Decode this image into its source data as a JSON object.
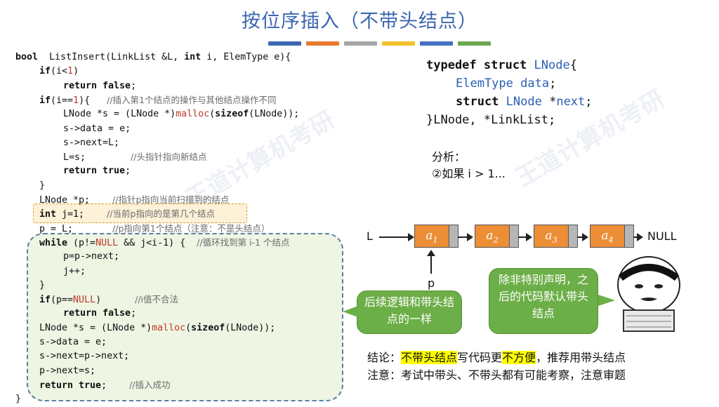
{
  "title": "按位序插入（不带头结点）",
  "bar_colors": [
    "#3a67b0",
    "#e87a2e",
    "#a5a5a5",
    "#f2c12e",
    "#4472c4",
    "#6aa84f"
  ],
  "code": [
    {
      "parts": [
        [
          "kw",
          "bool"
        ],
        [
          "",
          "  ListInsert(LinkList &L, "
        ],
        [
          "kw",
          "int"
        ],
        [
          "",
          " i, ElemType e){"
        ]
      ],
      "indent": 0
    },
    {
      "parts": [
        [
          "kw",
          "if"
        ],
        [
          "",
          "(i<"
        ],
        [
          "red",
          "1"
        ],
        [
          "",
          ")"
        ]
      ],
      "indent": 1
    },
    {
      "parts": [
        [
          "kw",
          "return false"
        ],
        [
          "",
          ";"
        ]
      ],
      "indent": 2
    },
    {
      "parts": [
        [
          "kw",
          "if"
        ],
        [
          "",
          "(i=="
        ],
        [
          "red",
          "1"
        ],
        [
          "",
          ")"
        ],
        [
          "",
          "{   "
        ],
        [
          "cm",
          "//插入第1个结点的操作与其他结点操作不同"
        ]
      ],
      "indent": 1
    },
    {
      "parts": [
        [
          "",
          "LNode *s = (LNode *)"
        ],
        [
          "red",
          "malloc"
        ],
        [
          "",
          "("
        ],
        [
          "kw",
          "sizeof"
        ],
        [
          "",
          "(LNode));"
        ]
      ],
      "indent": 2
    },
    {
      "parts": [
        [
          "",
          "s->"
        ],
        [
          "",
          "data = e;"
        ]
      ],
      "indent": 2
    },
    {
      "parts": [
        [
          "",
          "s->next=L;"
        ]
      ],
      "indent": 2
    },
    {
      "parts": [
        [
          "",
          "L=s;        "
        ],
        [
          "cm",
          "//头指针指向新结点"
        ]
      ],
      "indent": 2
    },
    {
      "parts": [
        [
          "kw",
          "return true"
        ],
        [
          "",
          ";"
        ]
      ],
      "indent": 2
    },
    {
      "parts": [
        [
          "",
          "}"
        ]
      ],
      "indent": 1
    },
    {
      "parts": [
        [
          "",
          "LNode *p;    "
        ],
        [
          "cm",
          "//指针p指向当前扫描到的结点"
        ]
      ],
      "indent": 1
    },
    {
      "parts": [
        [
          "kw",
          "int"
        ],
        [
          "",
          " j=1;    "
        ],
        [
          "cm",
          "//当前p指向的是第几个结点"
        ]
      ],
      "indent": 1
    },
    {
      "parts": [
        [
          "",
          "p = L;       "
        ],
        [
          "cm",
          "//p指向第1个结点（注意：不是头结点）"
        ]
      ],
      "indent": 1
    },
    {
      "parts": [
        [
          "kw",
          "while"
        ],
        [
          "",
          " (p!="
        ],
        [
          "red",
          "NULL"
        ],
        [
          "",
          " && j<i-1) {  "
        ],
        [
          "cm",
          "//循环找到第 i-1 个结点"
        ]
      ],
      "indent": 1
    },
    {
      "parts": [
        [
          "",
          "p=p->next;"
        ]
      ],
      "indent": 2
    },
    {
      "parts": [
        [
          "",
          "j++;"
        ]
      ],
      "indent": 2
    },
    {
      "parts": [
        [
          "",
          "}"
        ]
      ],
      "indent": 1
    },
    {
      "parts": [
        [
          "kw",
          "if"
        ],
        [
          "",
          "(p=="
        ],
        [
          "red",
          "NULL"
        ],
        [
          "",
          ")      "
        ],
        [
          "cm",
          "//i值不合法"
        ]
      ],
      "indent": 1
    },
    {
      "parts": [
        [
          "kw",
          "return false"
        ],
        [
          "",
          ";"
        ]
      ],
      "indent": 2
    },
    {
      "parts": [
        [
          "",
          "LNode *s = (LNode *)"
        ],
        [
          "red",
          "malloc"
        ],
        [
          "",
          "("
        ],
        [
          "kw",
          "sizeof"
        ],
        [
          "",
          "(LNode));"
        ]
      ],
      "indent": 1
    },
    {
      "parts": [
        [
          "",
          "s->data = e;"
        ]
      ],
      "indent": 1
    },
    {
      "parts": [
        [
          "",
          "s->next=p->next;"
        ]
      ],
      "indent": 1
    },
    {
      "parts": [
        [
          "",
          "p->next=s;"
        ]
      ],
      "indent": 1
    },
    {
      "parts": [
        [
          "kw",
          "return true"
        ],
        [
          "",
          ";    "
        ],
        [
          "cm",
          "//插入成功"
        ]
      ],
      "indent": 1
    },
    {
      "parts": [
        [
          "",
          "}"
        ]
      ],
      "indent": 0
    }
  ],
  "struct_code": [
    {
      "parts": [
        [
          "kw",
          "typedef struct "
        ],
        [
          "blue",
          "LNode"
        ],
        [
          "",
          "{"
        ]
      ],
      "indent": 0
    },
    {
      "parts": [
        [
          "blue",
          "ElemType data"
        ],
        [
          "",
          ";"
        ]
      ],
      "indent": 1
    },
    {
      "parts": [
        [
          "kw",
          "struct "
        ],
        [
          "blue",
          "LNode"
        ],
        [
          "",
          " *"
        ],
        [
          "blue",
          "next"
        ],
        [
          "",
          ";"
        ]
      ],
      "indent": 1
    },
    {
      "parts": [
        [
          "",
          "}LNode, *LinkList;"
        ]
      ],
      "indent": 0
    }
  ],
  "analysis": {
    "label": "分析：",
    "case": "②如果 i > 1..."
  },
  "list": {
    "head": "L",
    "nodes": [
      {
        "base": "a",
        "sub": "1"
      },
      {
        "base": "a",
        "sub": "2"
      },
      {
        "base": "a",
        "sub": "3"
      },
      {
        "base": "a",
        "sub": "4"
      }
    ],
    "tail": "NULL",
    "pointer": "p"
  },
  "bubble_left": "后续逻辑和带头结点的一样",
  "bubble_right": "除非特别声明，之后的代码默认带头结点",
  "conclusion": {
    "label1": "结论：",
    "hl1": "不带头结点",
    "mid1": "写代码更",
    "hl2": "不方便",
    "rest1": "，推荐用带头结点",
    "label2": "注意：",
    "text2": "考试中带头、不带头都有可能考察，注意审题"
  }
}
